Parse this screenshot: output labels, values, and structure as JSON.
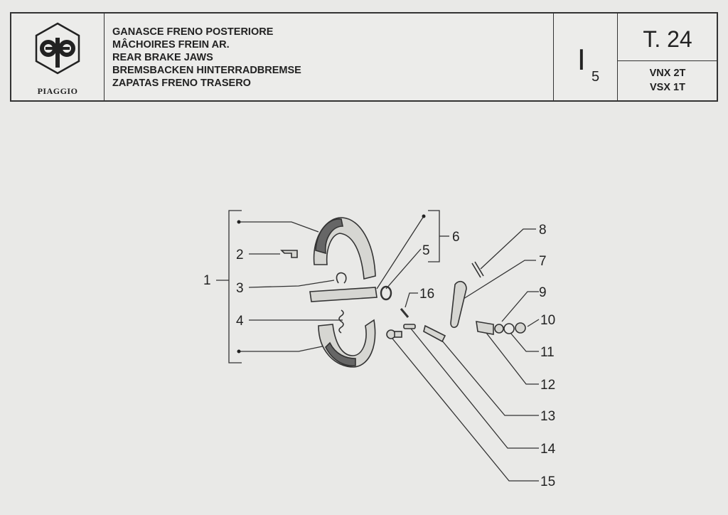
{
  "header": {
    "brand": "PIAGGIO",
    "titles": [
      "GANASCE FRENO POSTERIORE",
      "MÂCHOIRES FREIN AR.",
      "REAR BRAKE JAWS",
      "BREMSBACKEN HINTERRADBREMSE",
      "ZAPATAS FRENO TRASERO"
    ],
    "section_letter": "I",
    "section_number": "5",
    "table_number": "T. 24",
    "models": [
      "VNX 2T",
      "VSX 1T"
    ]
  },
  "callouts": [
    "1",
    "2",
    "3",
    "4",
    "5",
    "6",
    "7",
    "8",
    "9",
    "10",
    "11",
    "12",
    "13",
    "14",
    "15",
    "16"
  ]
}
